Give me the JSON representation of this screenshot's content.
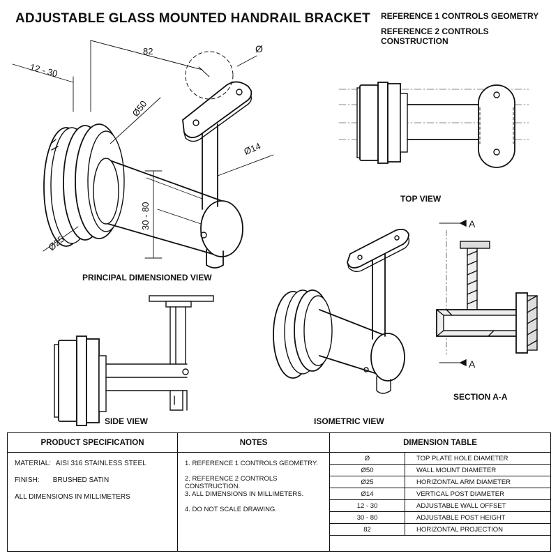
{
  "title": "ADJUSTABLE GLASS MOUNTED HANDRAIL BRACKET",
  "references": [
    "REFERENCE 1 CONTROLS GEOMETRY",
    "REFERENCE 2 CONTROLS CONSTRUCTION"
  ],
  "views": {
    "principal": "PRINCIPAL DIMENSIONED VIEW",
    "top": "TOP VIEW",
    "side": "SIDE VIEW",
    "isometric": "ISOMETRIC VIEW",
    "section": "SECTION A-A"
  },
  "callouts": {
    "offset": "12 - 30",
    "projection": "82",
    "hole": "Ø",
    "wall_mount": "Ø50",
    "post": "Ø14",
    "height": "30 - 80",
    "arm": "Ø25",
    "section_mark": "A"
  },
  "spec": {
    "header": "PRODUCT SPECIFICATION",
    "material_label": "MATERIAL:",
    "material_value": "AISI 316 STAINLESS STEEL",
    "finish_label": "FINISH:",
    "finish_value": "BRUSHED SATIN",
    "units": "ALL DIMENSIONS IN MILLIMETERS"
  },
  "notes": {
    "header": "NOTES",
    "items": [
      "1.  REFERENCE 1 CONTROLS GEOMETRY.",
      "2.  REFERENCE 2 CONTROLS CONSTRUCTION.",
      "3.  ALL DIMENSIONS IN MILLIMETERS.",
      "4.  DO NOT SCALE DRAWING."
    ]
  },
  "dimension_table": {
    "header": "DIMENSION TABLE",
    "rows": [
      {
        "symbol": "Ø",
        "description": "TOP PLATE HOLE DIAMETER"
      },
      {
        "symbol": "Ø50",
        "description": "WALL MOUNT DIAMETER"
      },
      {
        "symbol": "Ø25",
        "description": "HORIZONTAL ARM DIAMETER"
      },
      {
        "symbol": "Ø14",
        "description": "VERTICAL POST DIAMETER"
      },
      {
        "symbol": "12 - 30",
        "description": "ADJUSTABLE WALL OFFSET"
      },
      {
        "symbol": "30 - 80",
        "description": "ADJUSTABLE POST HEIGHT"
      },
      {
        "symbol": "82",
        "description": "HORIZONTAL PROJECTION"
      }
    ]
  }
}
